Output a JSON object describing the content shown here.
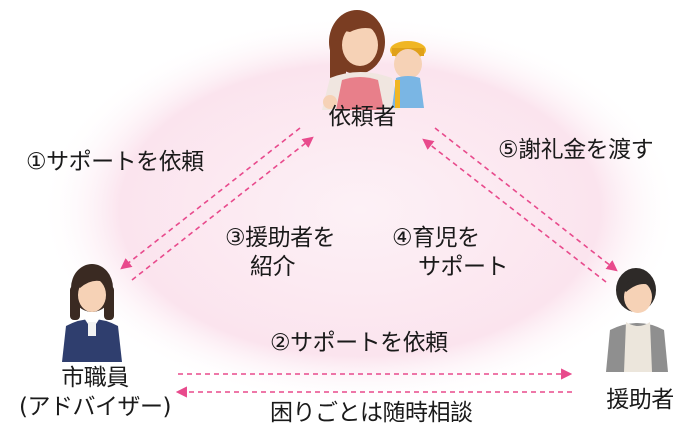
{
  "nodes": {
    "requester": {
      "label": "依頼者"
    },
    "city_staff": {
      "label_line1": "市職員",
      "label_line2": "(アドバイザー)"
    },
    "helper": {
      "label": "援助者"
    }
  },
  "steps": {
    "s1": "①サポートを依頼",
    "s2": "②サポートを依頼",
    "s3_line1": "③援助者を",
    "s3_line2": "紹介",
    "s4_line1": "④育児を",
    "s4_line2": "サポート",
    "s5": "⑤謝礼金を渡す",
    "consult": "困りごとは随時相談"
  },
  "colors": {
    "background_blob": "#fbe6ef",
    "arrow": "#e84a8c",
    "text": "#1a1a1a"
  }
}
